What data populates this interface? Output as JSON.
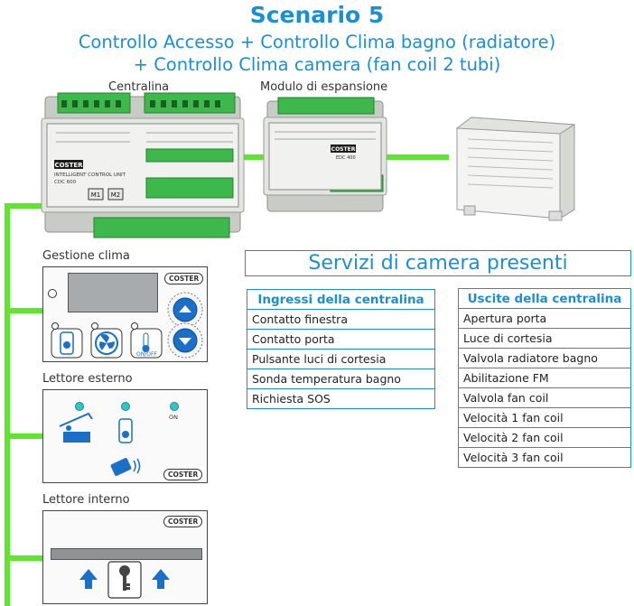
{
  "title": "Scenario 5",
  "subtitle_line1": "Controllo Accesso + Controllo Clima bagno (radiatore)",
  "subtitle_line2": "+ Controllo Clima camera (fan coil 2 tubi)",
  "devices": {
    "centralina_label": "Centralina",
    "modulo_label": "Modulo di espansione",
    "centralina_brand": "COSTER",
    "centralina_name": "INTELLIGENT CONTROL UNIT",
    "centralina_model": "CDC 600",
    "modulo_brand": "COSTER",
    "modulo_model": "EDC 400",
    "button_m1": "M1",
    "button_m2": "M2"
  },
  "panels": {
    "gestione_label": "Gestione clima",
    "esterno_label": "Lettore esterno",
    "interno_label": "Lettore interno",
    "brand": "COSTER",
    "on_off": "ON/OFF",
    "on": "ON"
  },
  "servizi": {
    "title": "Servizi di camera presenti",
    "ingressi_header": "Ingressi della centralina",
    "ingressi": [
      "Contatto finestra",
      "Contatto porta",
      "Pulsante luci di cortesia",
      "Sonda temperatura bagno",
      "Richiesta SOS"
    ],
    "uscite_header": "Uscite della centralina",
    "uscite": [
      "Apertura porta",
      "Luce di cortesia",
      "Valvola radiatore bagno",
      "Abilitazione FM",
      "Valvola fan coil",
      "Velocità 1 fan coil",
      "Velocità 2 fan coil",
      "Velocità 3 fan coil"
    ]
  },
  "colors": {
    "accent_blue": "#1b8fd6",
    "bus_green": "#5ee62a",
    "device_body": "#d9dcd6",
    "terminal_green": "#3db84a"
  }
}
